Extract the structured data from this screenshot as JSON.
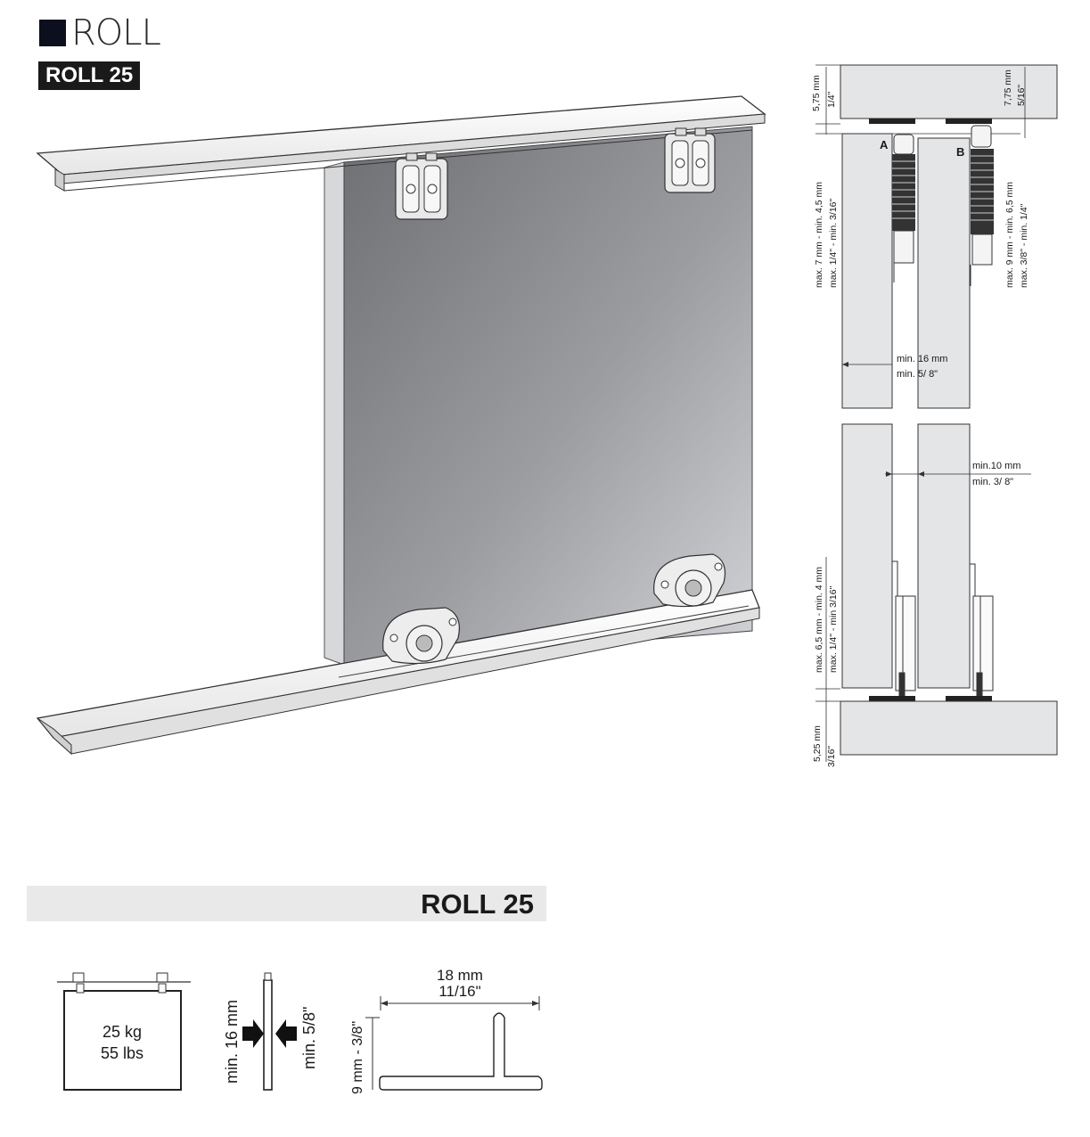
{
  "header": {
    "brand_name": "ROLL",
    "model_badge": "ROLL 25"
  },
  "section_diagram": {
    "label_a": "A",
    "label_b": "B",
    "dim_top_mm": "5,75 mm",
    "dim_top_in": "1/4\"",
    "dim_top_right_mm": "7,75 mm",
    "dim_top_right_in": "5/16\"",
    "dim_a_mm": "max. 7 mm - min. 4,5 mm",
    "dim_a_in": "max. 1/4\" - min. 3/16\"",
    "dim_b_mm": "max. 9 mm - min. 6,5 mm",
    "dim_b_in": "max. 3/8\" - min. 1/4\"",
    "dim_panel_mm": "min. 16 mm",
    "dim_panel_in": "min. 5/ 8\"",
    "dim_gap_mm": "min.10 mm",
    "dim_gap_in": "min. 3/ 8\"",
    "dim_bottom_guide_mm": "max. 6,5 mm - min. 4 mm",
    "dim_bottom_guide_in": "max. 1/4\" - min 3/16\"",
    "dim_bottom_mm": "5,25 mm",
    "dim_bottom_in": "3/16\""
  },
  "specs": {
    "title": "ROLL 25",
    "weight_kg": "25 kg",
    "weight_lbs": "55 lbs",
    "thickness_mm": "min. 16 mm",
    "thickness_in": "min. 5/8\"",
    "rail_width_mm": "18 mm",
    "rail_width_in": "11/16\"",
    "rail_height": "9 mm - 3/8\""
  },
  "colors": {
    "panel_dark": "#76777b",
    "panel_light": "#c8c9cc",
    "section_fill": "#e4e5e7",
    "ink": "#1a1a1a"
  }
}
